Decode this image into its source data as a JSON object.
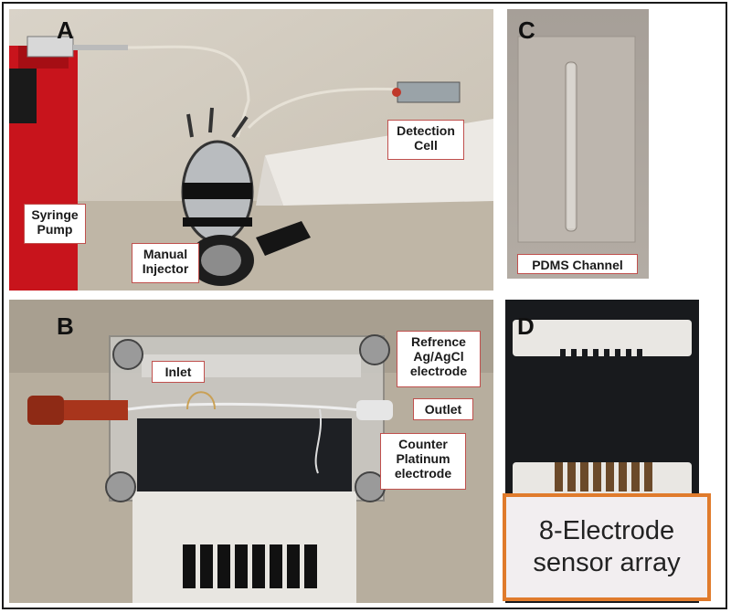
{
  "panels": {
    "a": {
      "letter": "A"
    },
    "b": {
      "letter": "B"
    },
    "c": {
      "letter": "C"
    },
    "d": {
      "letter": "D"
    }
  },
  "labels": {
    "syringe_pump": "Syringe\nPump",
    "manual_injector": "Manual\nInjector",
    "detection_cell": "Detection\nCell",
    "pdms_channel": "PDMS Channel",
    "inlet": "Inlet",
    "reference_electrode": "Refrence\nAg/AgCl\nelectrode",
    "outlet": "Outlet",
    "counter_electrode": "Counter\nPlatinum\nelectrode",
    "sensor_array": "8-Electrode\nsensor array"
  },
  "colors": {
    "callout_border": "#c0504d",
    "highlight_border": "#e07b2c"
  }
}
